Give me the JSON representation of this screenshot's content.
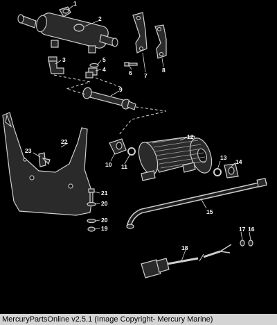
{
  "diagram": {
    "callouts": [
      "1",
      "2",
      "3",
      "4",
      "5",
      "6",
      "7",
      "8",
      "9",
      "10",
      "11",
      "12",
      "13",
      "14",
      "15",
      "16",
      "17",
      "18",
      "19",
      "20",
      "20",
      "21",
      "22",
      "23"
    ]
  },
  "footer": {
    "text": "MercuryPartsOnline v2.5.1 (Image Copyright- Mercury Marine)"
  }
}
